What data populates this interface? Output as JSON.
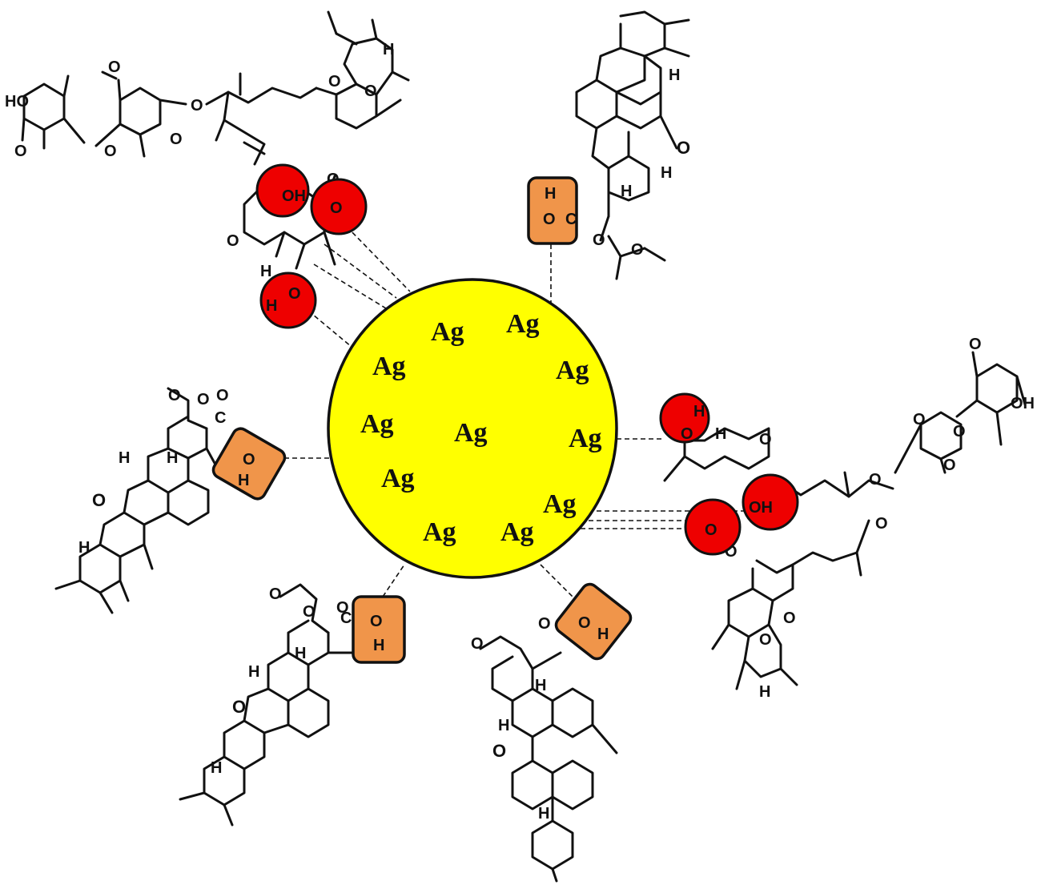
{
  "nanoparticle": {
    "labels": [
      "Ag",
      "Ag",
      "Ag",
      "Ag",
      "Ag",
      "Ag",
      "Ag",
      "Ag",
      "Ag",
      "Ag",
      "Ag"
    ],
    "fill": "#ffff00"
  },
  "atoms": {
    "hydroxyl": "OH",
    "oxygen": "O",
    "hydrogen": "H",
    "carbon": "C",
    "hydroxyl_rev": "HO"
  },
  "colors": {
    "hydroxyl_highlight": "#ee0000",
    "carboxyl_highlight": "#f0954a"
  }
}
